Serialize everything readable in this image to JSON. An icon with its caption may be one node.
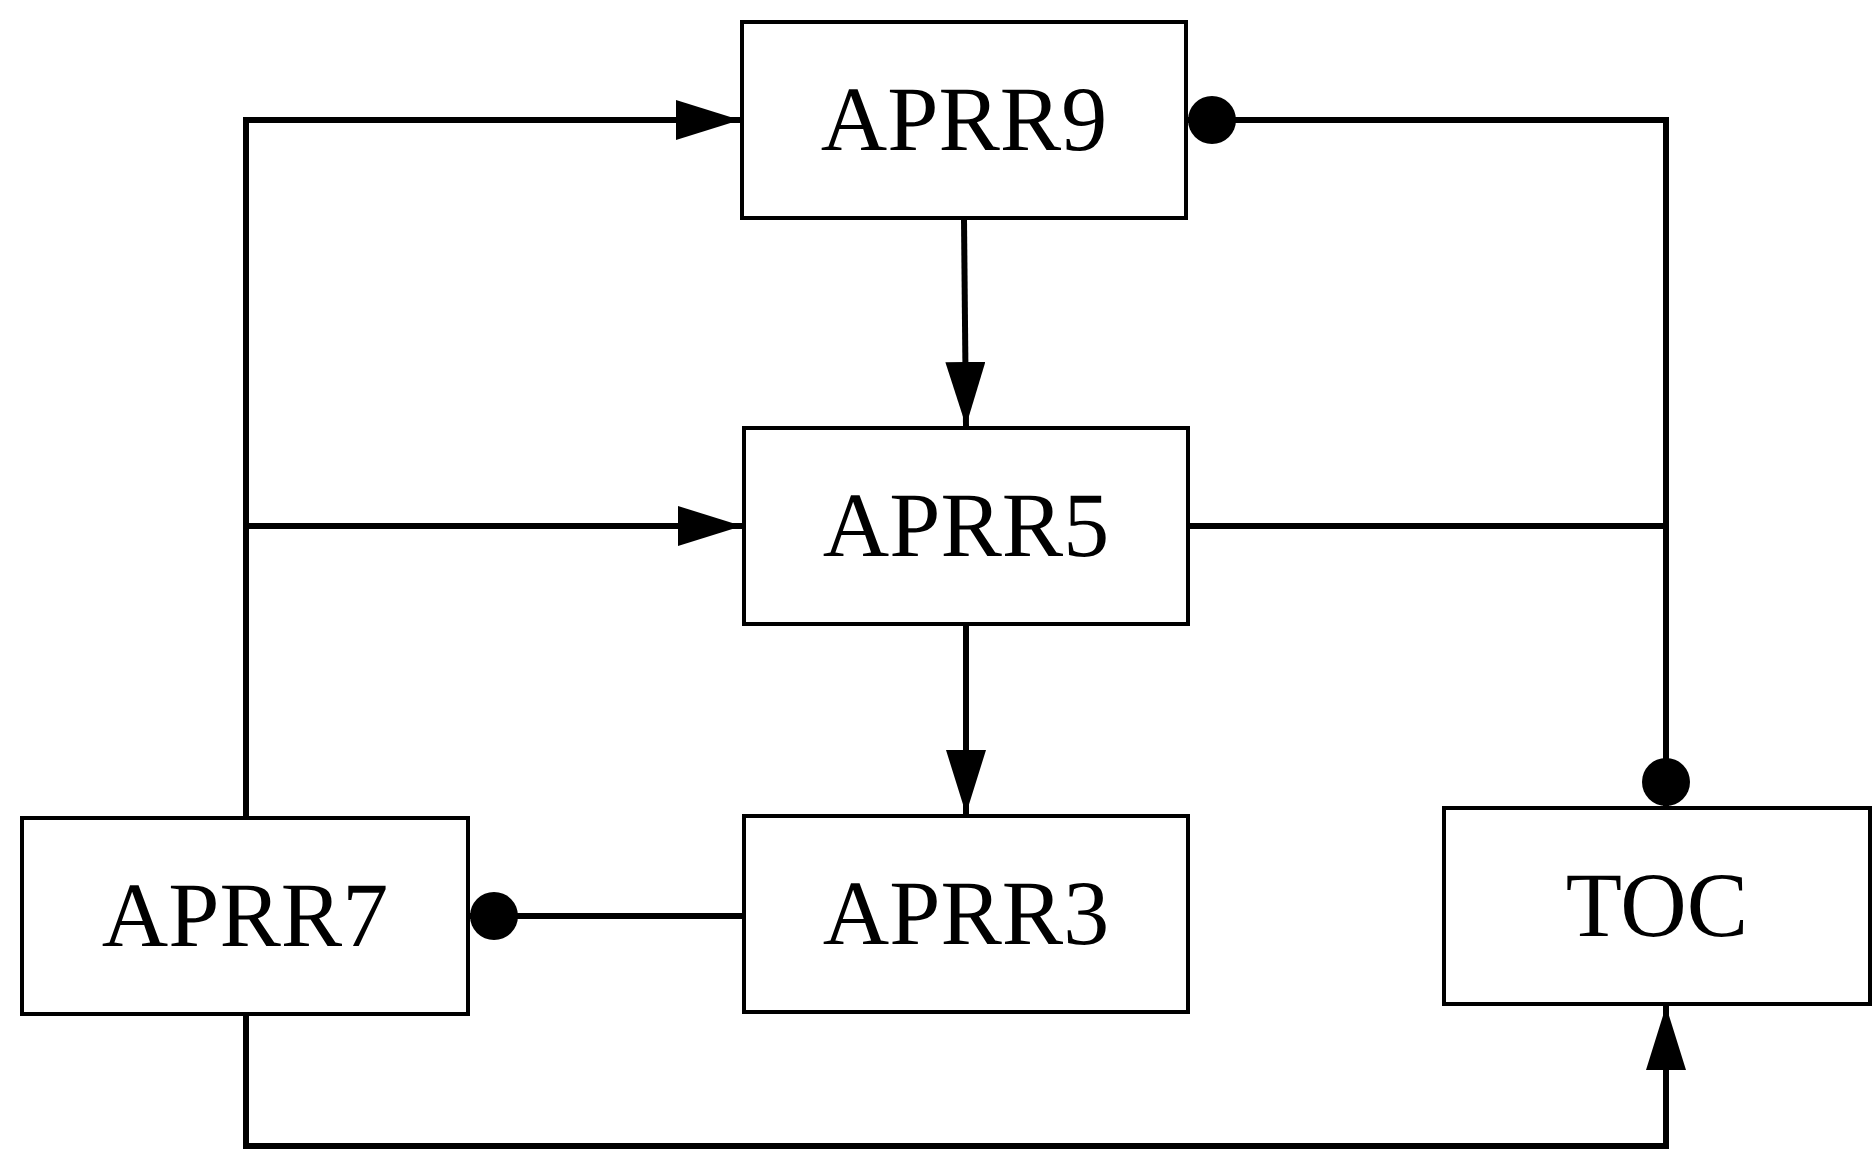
{
  "diagram": {
    "nodes": [
      {
        "text": [
          "APRR9"
        ]
      },
      {
        "text": [
          "APRR5"
        ]
      },
      {
        "text": [
          "APRR7"
        ]
      },
      {
        "text": [
          "APRR3"
        ]
      },
      {
        "text": [
          "TOC"
        ]
      }
    ],
    "edges": [
      {
        "from": 2,
        "to": 0,
        "arrow": "to"
      },
      {
        "from": 2,
        "to": 1,
        "arrow": "to"
      },
      {
        "from": 0,
        "to": 1,
        "arrow": "to"
      },
      {
        "from": 1,
        "to": 3,
        "arrow": "to"
      },
      {
        "from": 3,
        "to": 2,
        "arrow": "other"
      },
      {
        "from": 1,
        "to": 4,
        "arrow": "other"
      },
      {
        "from": 4,
        "to": 0,
        "arrow": "other"
      },
      {
        "from": 2,
        "to": 4,
        "arrow": "to"
      }
    ]
  }
}
